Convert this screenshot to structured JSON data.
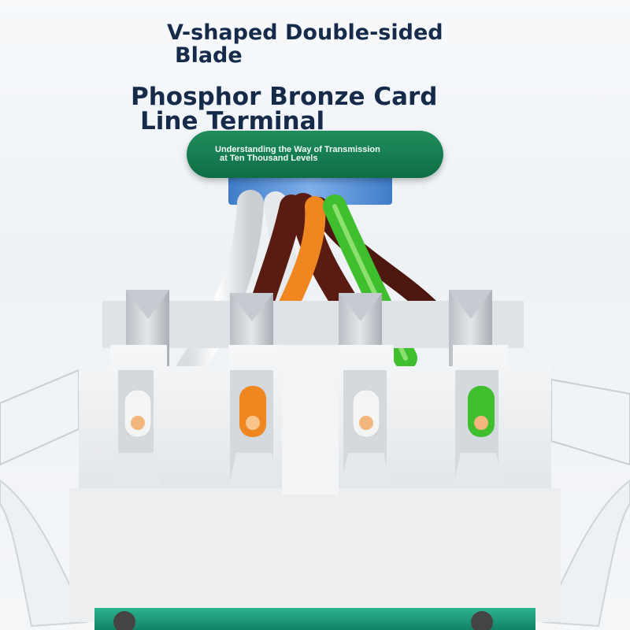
{
  "captions": {
    "blade_line1": "V-shaped Double-sided",
    "blade_line2": "Blade",
    "terminal_line1": "Phosphor Bronze Card",
    "terminal_line2": "Line Terminal"
  },
  "badge": {
    "line1": "Understanding the Way of Transmission",
    "line2": "at Ten Thousand Levels"
  },
  "colors": {
    "badge_green": "#137a4b",
    "caption_navy": "#162a4a",
    "wire_orange": "#f0861f",
    "wire_green": "#3fbf2d",
    "wire_brown": "#5a1c12",
    "wire_white": "#f2f2f2",
    "collar_blue": "#5b93d8",
    "base_teal": "#1fa37f"
  }
}
